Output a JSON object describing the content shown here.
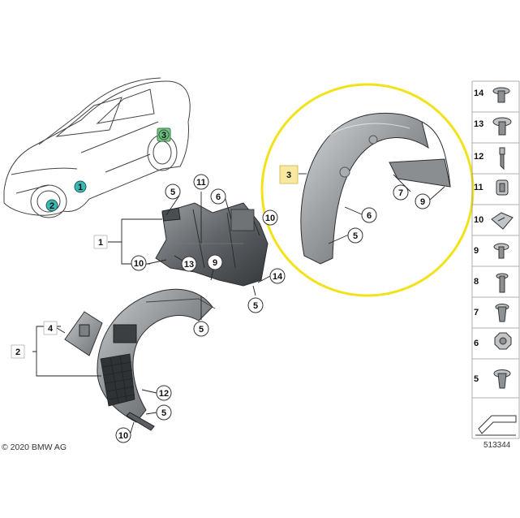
{
  "diagram": {
    "doc_number": "513344",
    "copyright": "© 2020 BMW AG",
    "colors": {
      "highlight_circle": "#f2e21a",
      "marker_teal": "#3bb8b3",
      "marker_green": "#6dbf7f",
      "label_box_yellow": "#f7e9a0",
      "part_gray": "#5b5f63"
    },
    "car_markers": [
      "1",
      "2",
      "3"
    ],
    "part_labels": {
      "p1": "1",
      "p2": "2",
      "p3": "3",
      "p4": "4",
      "p5a": "5",
      "p6a": "6",
      "p10a": "10",
      "p11": "11",
      "p10b": "10",
      "p13": "13",
      "p9a": "9",
      "p14": "14",
      "p5b": "5",
      "p5c": "5",
      "p12": "12",
      "p5d": "5",
      "p10c": "10",
      "p7": "7",
      "p9b": "9",
      "p6b": "6",
      "p5e": "5"
    },
    "sidebar": [
      "14",
      "13",
      "12",
      "11",
      "10",
      "9",
      "8",
      "7",
      "6",
      "5"
    ]
  }
}
